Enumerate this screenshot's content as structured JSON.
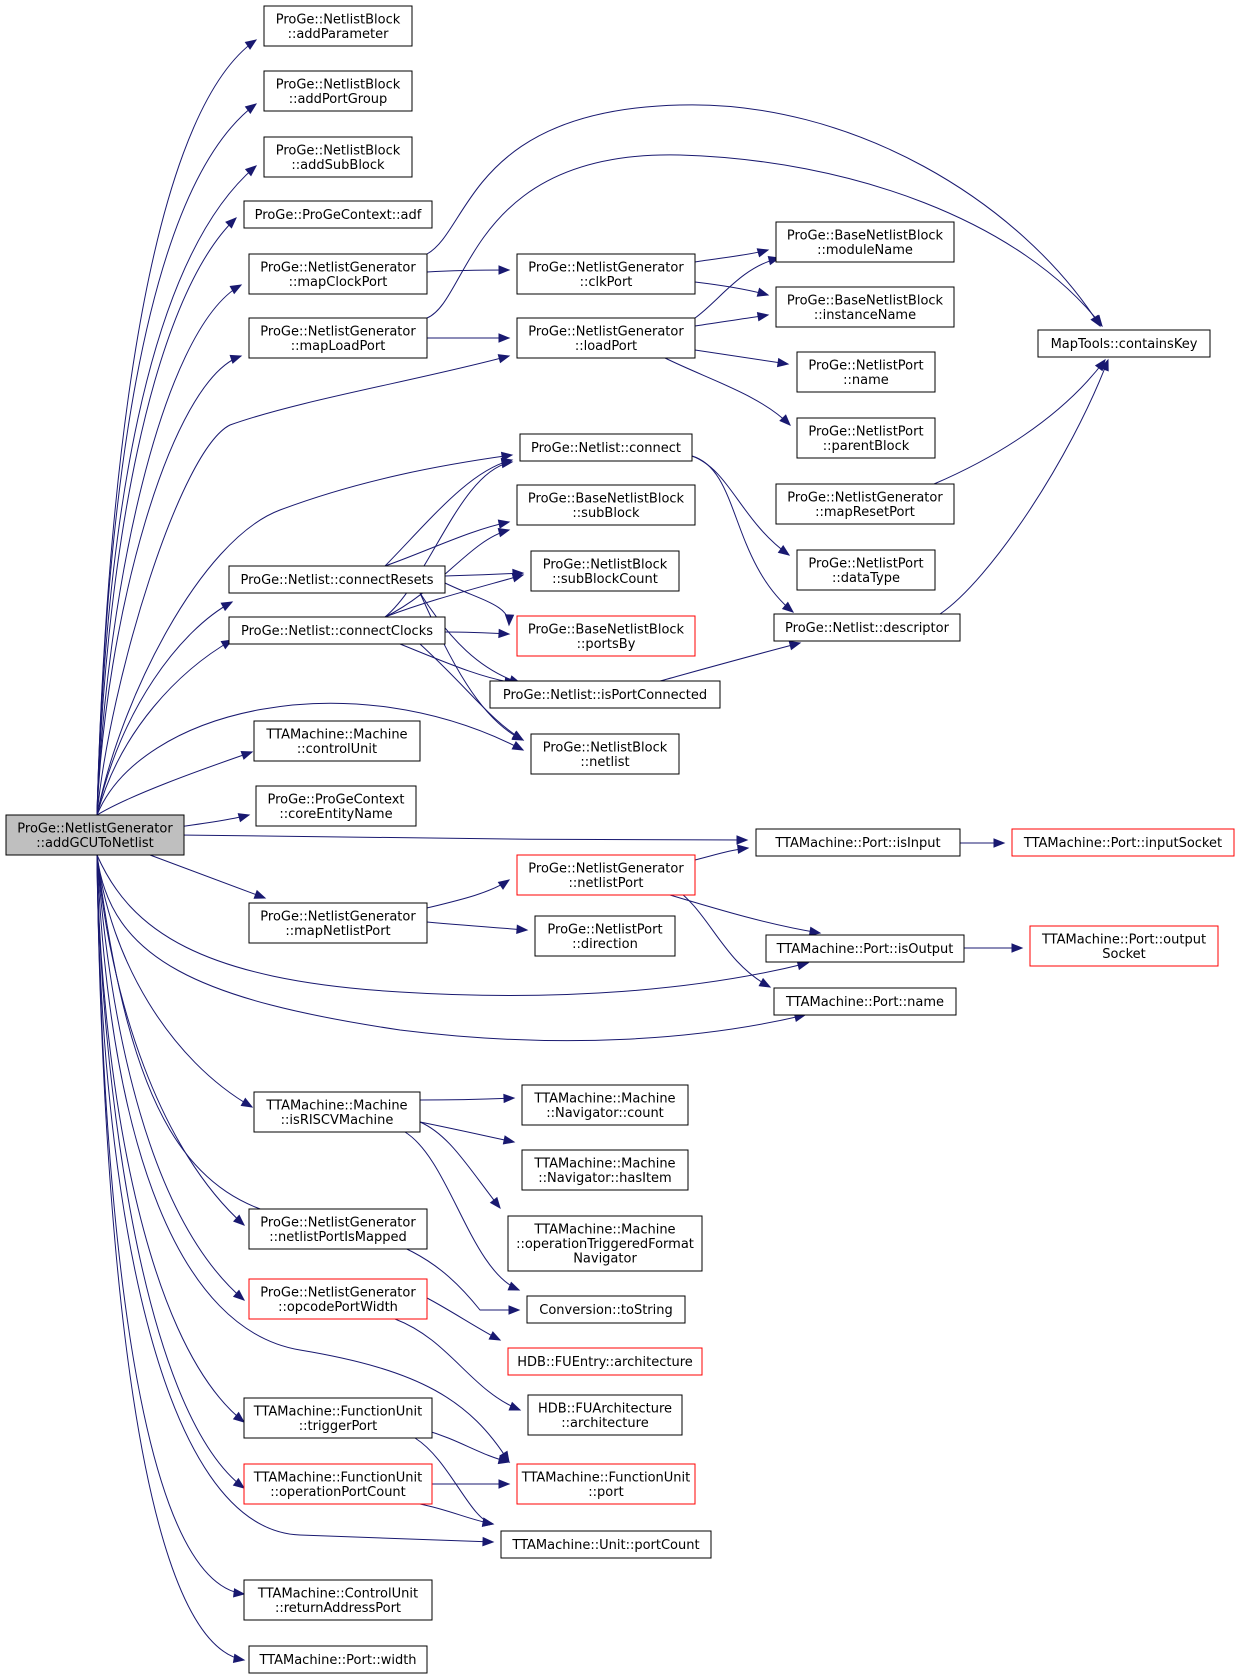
{
  "graph": {
    "edge_color": "#191970",
    "root_fill": "#bfbfbf",
    "highlight_border": "#ff0000",
    "nodes": [
      {
        "id": "root",
        "lines": [
          "ProGe::NetlistGenerator",
          "::addGCUToNetlist"
        ],
        "style": "root"
      },
      {
        "id": "addParameter",
        "lines": [
          "ProGe::NetlistBlock",
          "::addParameter"
        ]
      },
      {
        "id": "addPortGroup",
        "lines": [
          "ProGe::NetlistBlock",
          "::addPortGroup"
        ]
      },
      {
        "id": "addSubBlock",
        "lines": [
          "ProGe::NetlistBlock",
          "::addSubBlock"
        ]
      },
      {
        "id": "adf",
        "lines": [
          "ProGe::ProGeContext::adf"
        ]
      },
      {
        "id": "mapClockPort",
        "lines": [
          "ProGe::NetlistGenerator",
          "::mapClockPort"
        ]
      },
      {
        "id": "mapLoadPort",
        "lines": [
          "ProGe::NetlistGenerator",
          "::mapLoadPort"
        ]
      },
      {
        "id": "clkPort",
        "lines": [
          "ProGe::NetlistGenerator",
          "::clkPort"
        ]
      },
      {
        "id": "loadPort",
        "lines": [
          "ProGe::NetlistGenerator",
          "::loadPort"
        ]
      },
      {
        "id": "moduleName",
        "lines": [
          "ProGe::BaseNetlistBlock",
          "::moduleName"
        ]
      },
      {
        "id": "instanceName",
        "lines": [
          "ProGe::BaseNetlistBlock",
          "::instanceName"
        ]
      },
      {
        "id": "containsKey",
        "lines": [
          "MapTools::containsKey"
        ]
      },
      {
        "id": "npName",
        "lines": [
          "ProGe::NetlistPort",
          "::name"
        ]
      },
      {
        "id": "parentBlock",
        "lines": [
          "ProGe::NetlistPort",
          "::parentBlock"
        ]
      },
      {
        "id": "connect",
        "lines": [
          "ProGe::Netlist::connect"
        ]
      },
      {
        "id": "mapResetPort",
        "lines": [
          "ProGe::NetlistGenerator",
          "::mapResetPort"
        ]
      },
      {
        "id": "subBlock",
        "lines": [
          "ProGe::BaseNetlistBlock",
          "::subBlock"
        ]
      },
      {
        "id": "dataType",
        "lines": [
          "ProGe::NetlistPort",
          "::dataType"
        ]
      },
      {
        "id": "connectResets",
        "lines": [
          "ProGe::Netlist::connectResets"
        ]
      },
      {
        "id": "subBlockCount",
        "lines": [
          "ProGe::NetlistBlock",
          "::subBlockCount"
        ]
      },
      {
        "id": "connectClocks",
        "lines": [
          "ProGe::Netlist::connectClocks"
        ]
      },
      {
        "id": "portsBy",
        "lines": [
          "ProGe::BaseNetlistBlock",
          "::portsBy"
        ],
        "style": "red"
      },
      {
        "id": "descriptor",
        "lines": [
          "ProGe::Netlist::descriptor"
        ]
      },
      {
        "id": "isPortConnected",
        "lines": [
          "ProGe::Netlist::isPortConnected"
        ]
      },
      {
        "id": "netlist",
        "lines": [
          "ProGe::NetlistBlock",
          "::netlist"
        ]
      },
      {
        "id": "controlUnit",
        "lines": [
          "TTAMachine::Machine",
          "::controlUnit"
        ]
      },
      {
        "id": "coreEntityName",
        "lines": [
          "ProGe::ProGeContext",
          "::coreEntityName"
        ]
      },
      {
        "id": "isInput",
        "lines": [
          "TTAMachine::Port::isInput"
        ]
      },
      {
        "id": "inputSocket",
        "lines": [
          "TTAMachine::Port::inputSocket"
        ],
        "style": "red"
      },
      {
        "id": "netlistPort",
        "lines": [
          "ProGe::NetlistGenerator",
          "::netlistPort"
        ],
        "style": "red"
      },
      {
        "id": "mapNetlistPort",
        "lines": [
          "ProGe::NetlistGenerator",
          "::mapNetlistPort"
        ]
      },
      {
        "id": "direction",
        "lines": [
          "ProGe::NetlistPort",
          "::direction"
        ]
      },
      {
        "id": "isOutput",
        "lines": [
          "TTAMachine::Port::isOutput"
        ]
      },
      {
        "id": "outputSocket",
        "lines": [
          "TTAMachine::Port::output",
          "Socket"
        ],
        "style": "red"
      },
      {
        "id": "portName",
        "lines": [
          "TTAMachine::Port::name"
        ]
      },
      {
        "id": "isRISCVMachine",
        "lines": [
          "TTAMachine::Machine",
          "::isRISCVMachine"
        ]
      },
      {
        "id": "navCount",
        "lines": [
          "TTAMachine::Machine",
          "::Navigator::count"
        ]
      },
      {
        "id": "navHasItem",
        "lines": [
          "TTAMachine::Machine",
          "::Navigator::hasItem"
        ]
      },
      {
        "id": "opTrigFmtNav",
        "lines": [
          "TTAMachine::Machine",
          "::operationTriggeredFormat",
          "Navigator"
        ]
      },
      {
        "id": "netlistPortIsMapped",
        "lines": [
          "ProGe::NetlistGenerator",
          "::netlistPortIsMapped"
        ]
      },
      {
        "id": "toString",
        "lines": [
          "Conversion::toString"
        ]
      },
      {
        "id": "opcodePortWidth",
        "lines": [
          "ProGe::NetlistGenerator",
          "::opcodePortWidth"
        ],
        "style": "red"
      },
      {
        "id": "fuEntryArch",
        "lines": [
          "HDB::FUEntry::architecture"
        ],
        "style": "red"
      },
      {
        "id": "fuArchArch",
        "lines": [
          "HDB::FUArchitecture",
          "::architecture"
        ]
      },
      {
        "id": "triggerPort",
        "lines": [
          "TTAMachine::FunctionUnit",
          "::triggerPort"
        ]
      },
      {
        "id": "operationPortCount",
        "lines": [
          "TTAMachine::FunctionUnit",
          "::operationPortCount"
        ],
        "style": "red"
      },
      {
        "id": "fuPort",
        "lines": [
          "TTAMachine::FunctionUnit",
          "::port"
        ],
        "style": "red"
      },
      {
        "id": "unitPortCount",
        "lines": [
          "TTAMachine::Unit::portCount"
        ]
      },
      {
        "id": "returnAddressPort",
        "lines": [
          "TTAMachine::ControlUnit",
          "::returnAddressPort"
        ]
      },
      {
        "id": "width",
        "lines": [
          "TTAMachine::Port::width"
        ]
      }
    ]
  }
}
